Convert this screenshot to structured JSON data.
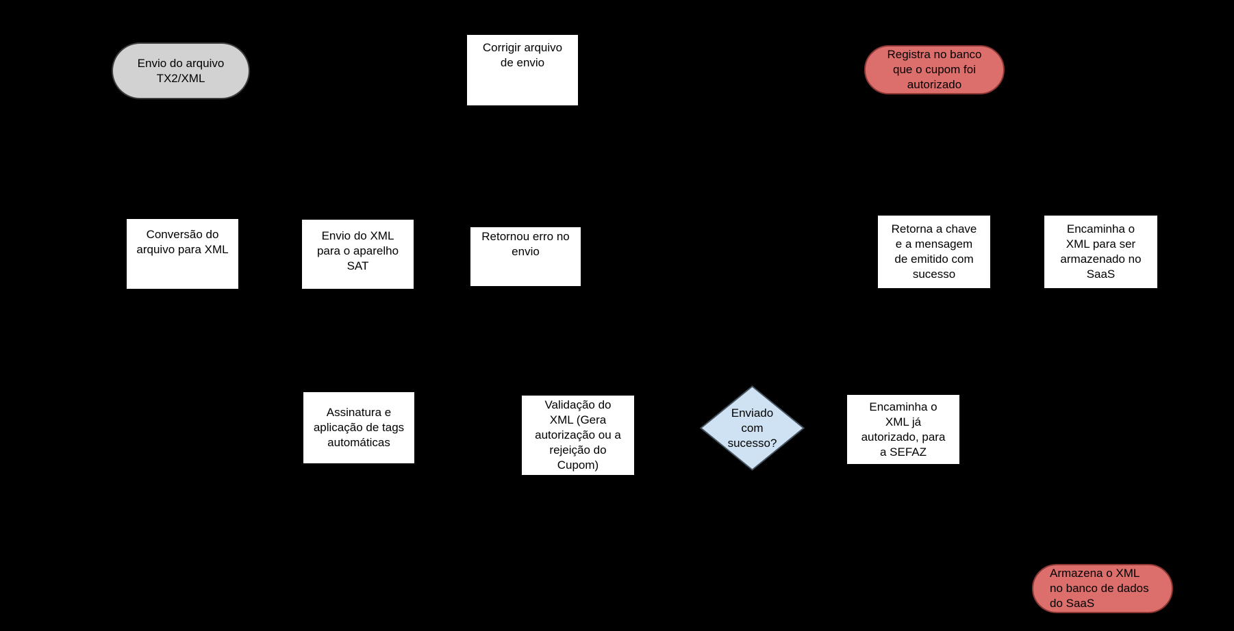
{
  "diagram": {
    "type": "flowchart",
    "background_color": "#000000",
    "colors": {
      "process_fill": "#ffffff",
      "start_terminator_fill": "#d2d2d2",
      "start_terminator_border": "#3d3d3d",
      "end_terminator_fill": "#dc6e6b",
      "end_terminator_border": "#8d3835",
      "decision_fill": "#cfe2f3",
      "decision_border": "#46535e",
      "text_color": "#000000"
    },
    "nodes": {
      "start": {
        "shape": "terminator",
        "label": "Envio do arquivo\nTX2/XML"
      },
      "corrigir": {
        "shape": "process",
        "label": "Corrigir arquivo\nde envio"
      },
      "registra": {
        "shape": "terminator",
        "label": "Registra no banco\nque o cupom foi\nautorizado"
      },
      "conversao": {
        "shape": "process",
        "label": "Conversão do\narquivo para XML"
      },
      "envio_xml": {
        "shape": "process",
        "label": "Envio do XML\npara o aparelho\nSAT"
      },
      "retornou": {
        "shape": "process",
        "label": "Retornou erro no\nenvio"
      },
      "retorna_chave": {
        "shape": "process",
        "label": "Retorna a chave\ne a mensagem\nde emitido com\nsucesso"
      },
      "encaminha_saas": {
        "shape": "process",
        "label": "Encaminha o\nXML para ser\narmazenado no\nSaaS"
      },
      "assinatura": {
        "shape": "process",
        "label": "Assinatura e\naplicação de tags\nautomáticas"
      },
      "validacao": {
        "shape": "process",
        "label": "Validação do\nXML (Gera\nautorização ou a\nrejeição do\nCupom)"
      },
      "enviado_sucesso": {
        "shape": "decision",
        "label": "Enviado\ncom\nsucesso?"
      },
      "encaminha_sefaz": {
        "shape": "process",
        "label": "Encaminha o\nXML já\nautorizado, para\na SEFAZ"
      },
      "armazena": {
        "shape": "terminator",
        "label": "Armazena o XML\nno banco de dados\ndo SaaS"
      }
    }
  }
}
